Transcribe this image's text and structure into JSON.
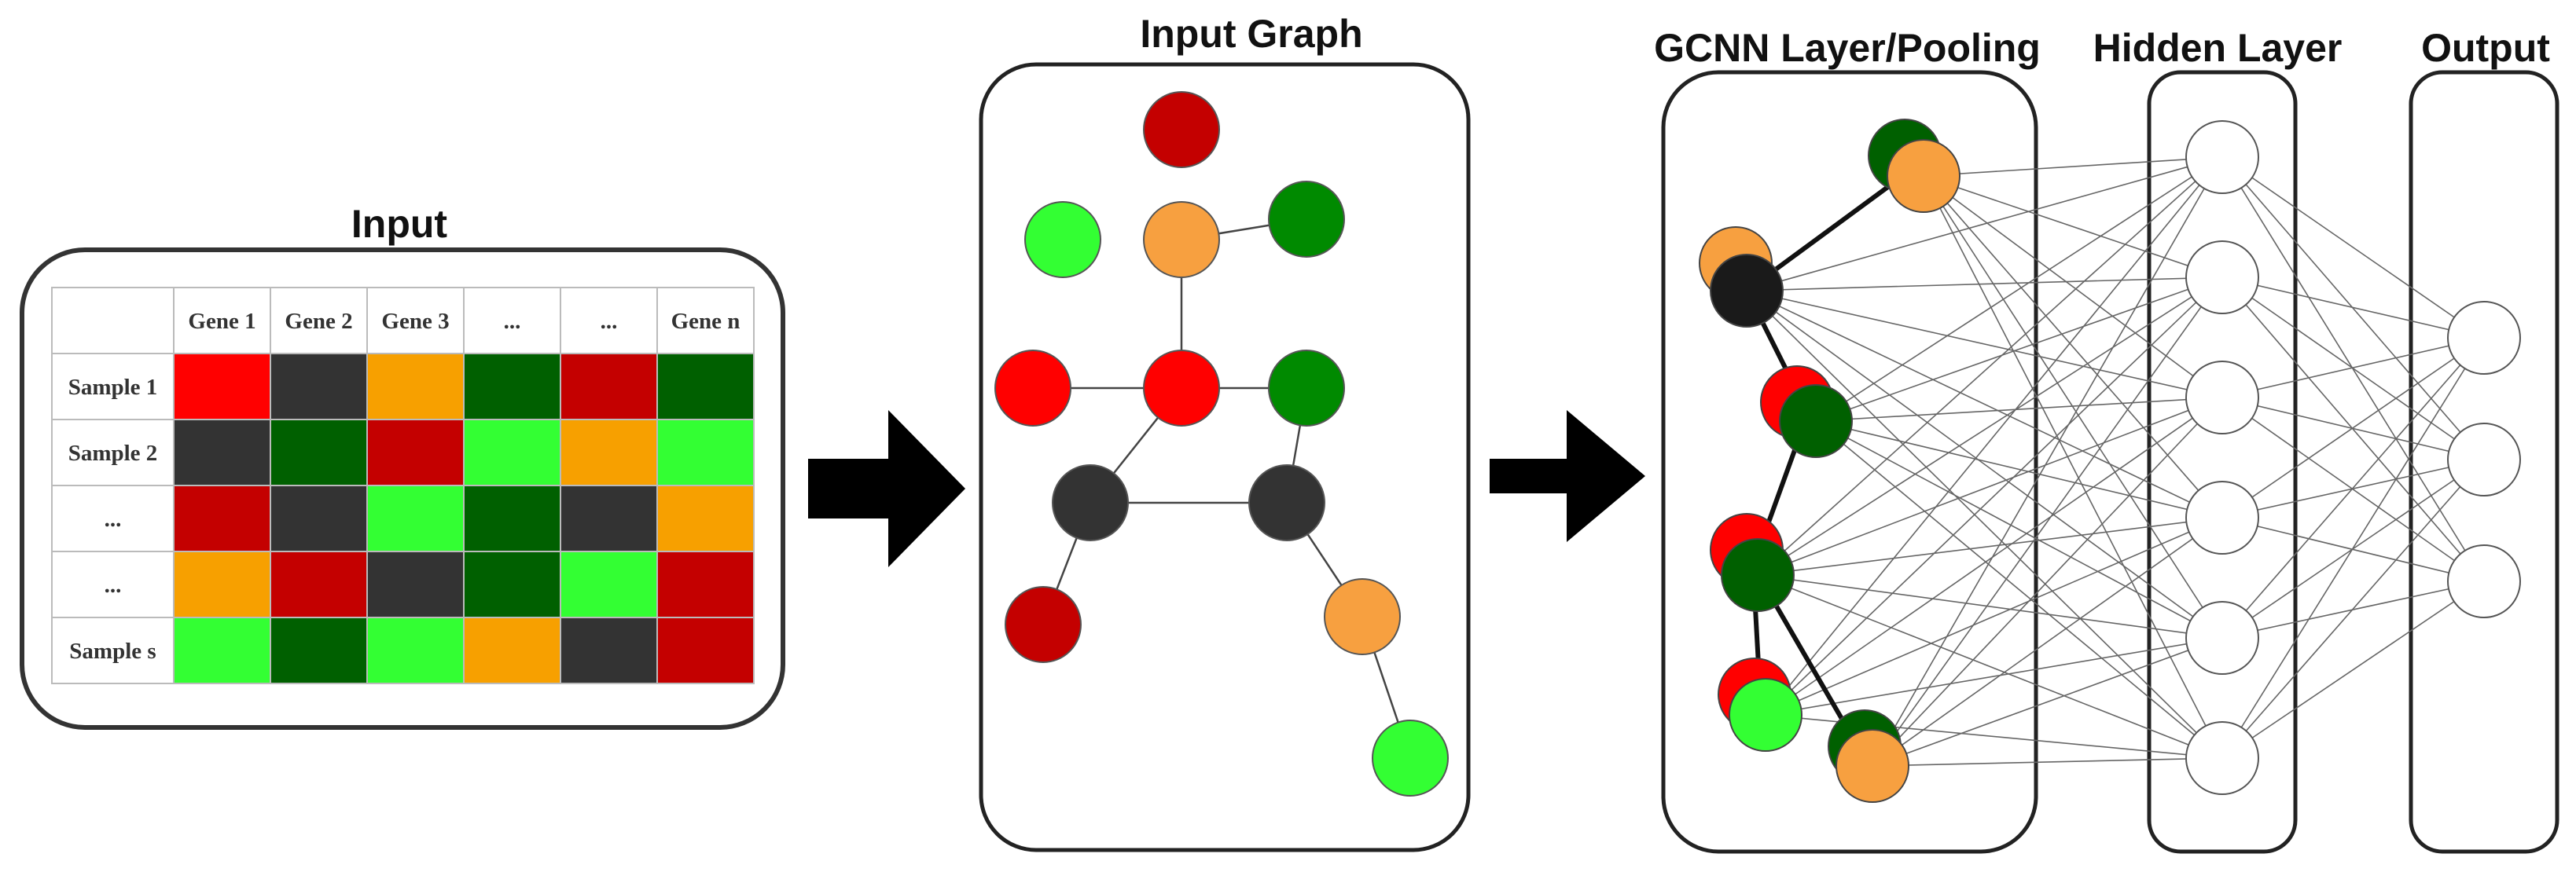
{
  "titles": {
    "input": "Input",
    "input_graph": "Input Graph",
    "gcnn": "GCNN Layer/Pooling",
    "hidden": "Hidden Layer",
    "output": "Output"
  },
  "colors": {
    "red": "#ff0000",
    "dark_red": "#c40000",
    "dark_gray": "#333333",
    "orange": "#f7a000",
    "node_orange": "#f7a040",
    "dark_green": "#006000",
    "green": "#008a00",
    "bright_green": "#33ff33",
    "black": "#1a1a1a"
  },
  "table": {
    "headers": [
      "",
      "Gene 1",
      "Gene 2",
      "Gene 3",
      "...",
      "...",
      "Gene n"
    ],
    "rows": [
      {
        "label": "Sample 1",
        "cells": [
          "red",
          "dark_gray",
          "orange",
          "dark_green",
          "dark_red",
          "dark_green"
        ]
      },
      {
        "label": "Sample 2",
        "cells": [
          "dark_gray",
          "dark_green",
          "dark_red",
          "bright_green",
          "orange",
          "bright_green"
        ]
      },
      {
        "label": "...",
        "cells": [
          "dark_red",
          "dark_gray",
          "bright_green",
          "dark_green",
          "dark_gray",
          "orange"
        ]
      },
      {
        "label": "...",
        "cells": [
          "orange",
          "dark_red",
          "dark_gray",
          "dark_green",
          "bright_green",
          "dark_red"
        ]
      },
      {
        "label": "Sample s",
        "cells": [
          "bright_green",
          "dark_green",
          "bright_green",
          "orange",
          "dark_gray",
          "dark_red"
        ]
      }
    ]
  },
  "network": {
    "hidden_count": 6,
    "output_count": 3,
    "pooled_node_count": 6
  }
}
